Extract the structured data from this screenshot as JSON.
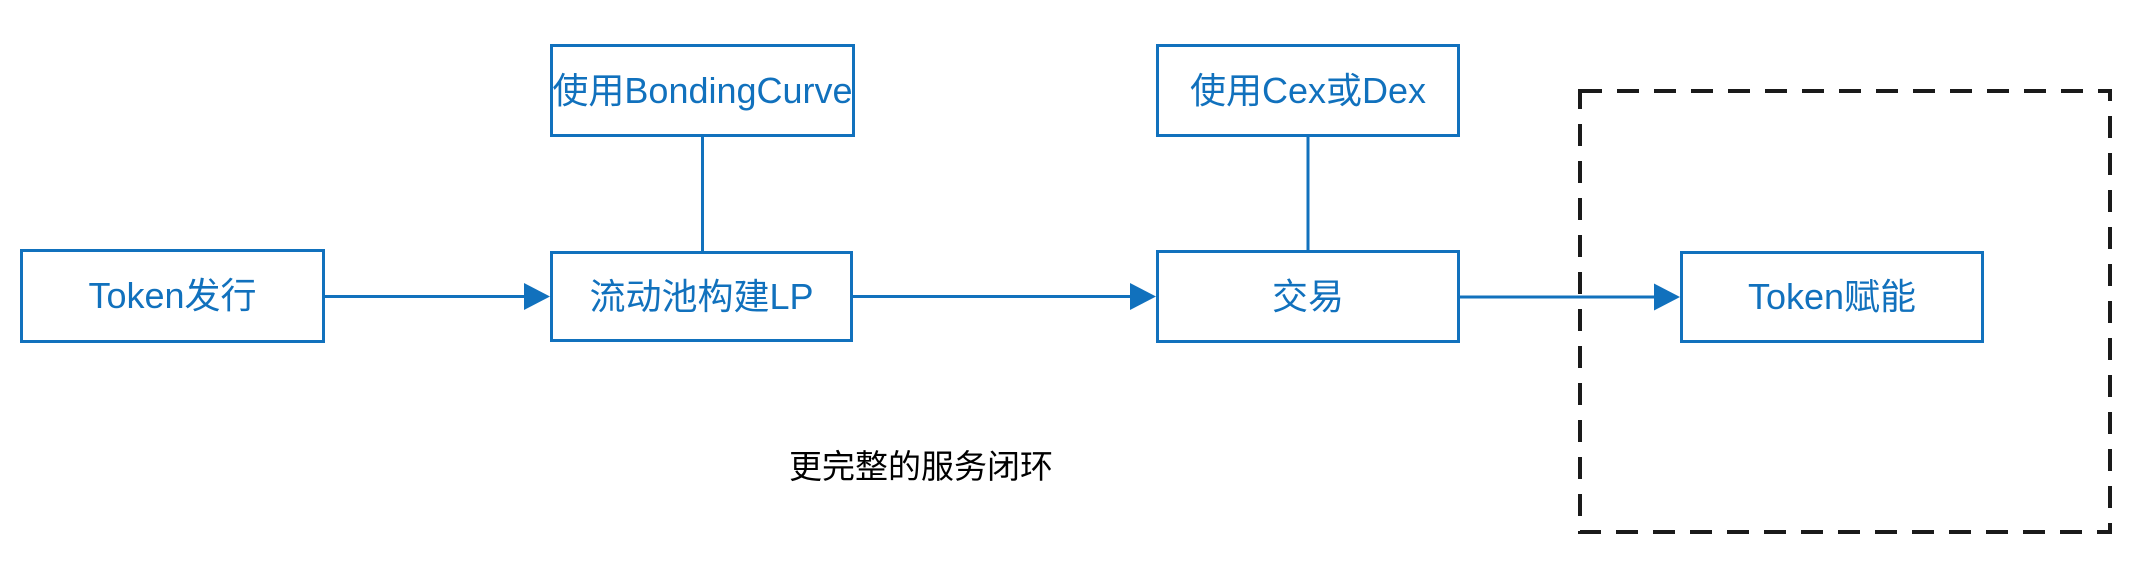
{
  "diagram": {
    "nodes": {
      "token_issue": {
        "label": "Token发行"
      },
      "bonding_curve": {
        "label": "使用BondingCurve"
      },
      "lp_build": {
        "label": "流动池构建LP"
      },
      "cex_dex": {
        "label": "使用Cex或Dex"
      },
      "trade": {
        "label": "交易"
      },
      "token_empower": {
        "label": "Token赋能"
      }
    },
    "edges": [
      {
        "from": "token_issue",
        "to": "lp_build",
        "type": "arrow"
      },
      {
        "from": "bonding_curve",
        "to": "lp_build",
        "type": "line"
      },
      {
        "from": "lp_build",
        "to": "trade",
        "type": "arrow"
      },
      {
        "from": "cex_dex",
        "to": "trade",
        "type": "line"
      },
      {
        "from": "trade",
        "to": "token_empower",
        "type": "arrow"
      }
    ],
    "caption": "更完整的服务闭环",
    "colors": {
      "accent": "#1171BD",
      "caption_text": "#000000",
      "dashed_border": "#1A1A1A",
      "background": "#FFFFFF"
    }
  }
}
